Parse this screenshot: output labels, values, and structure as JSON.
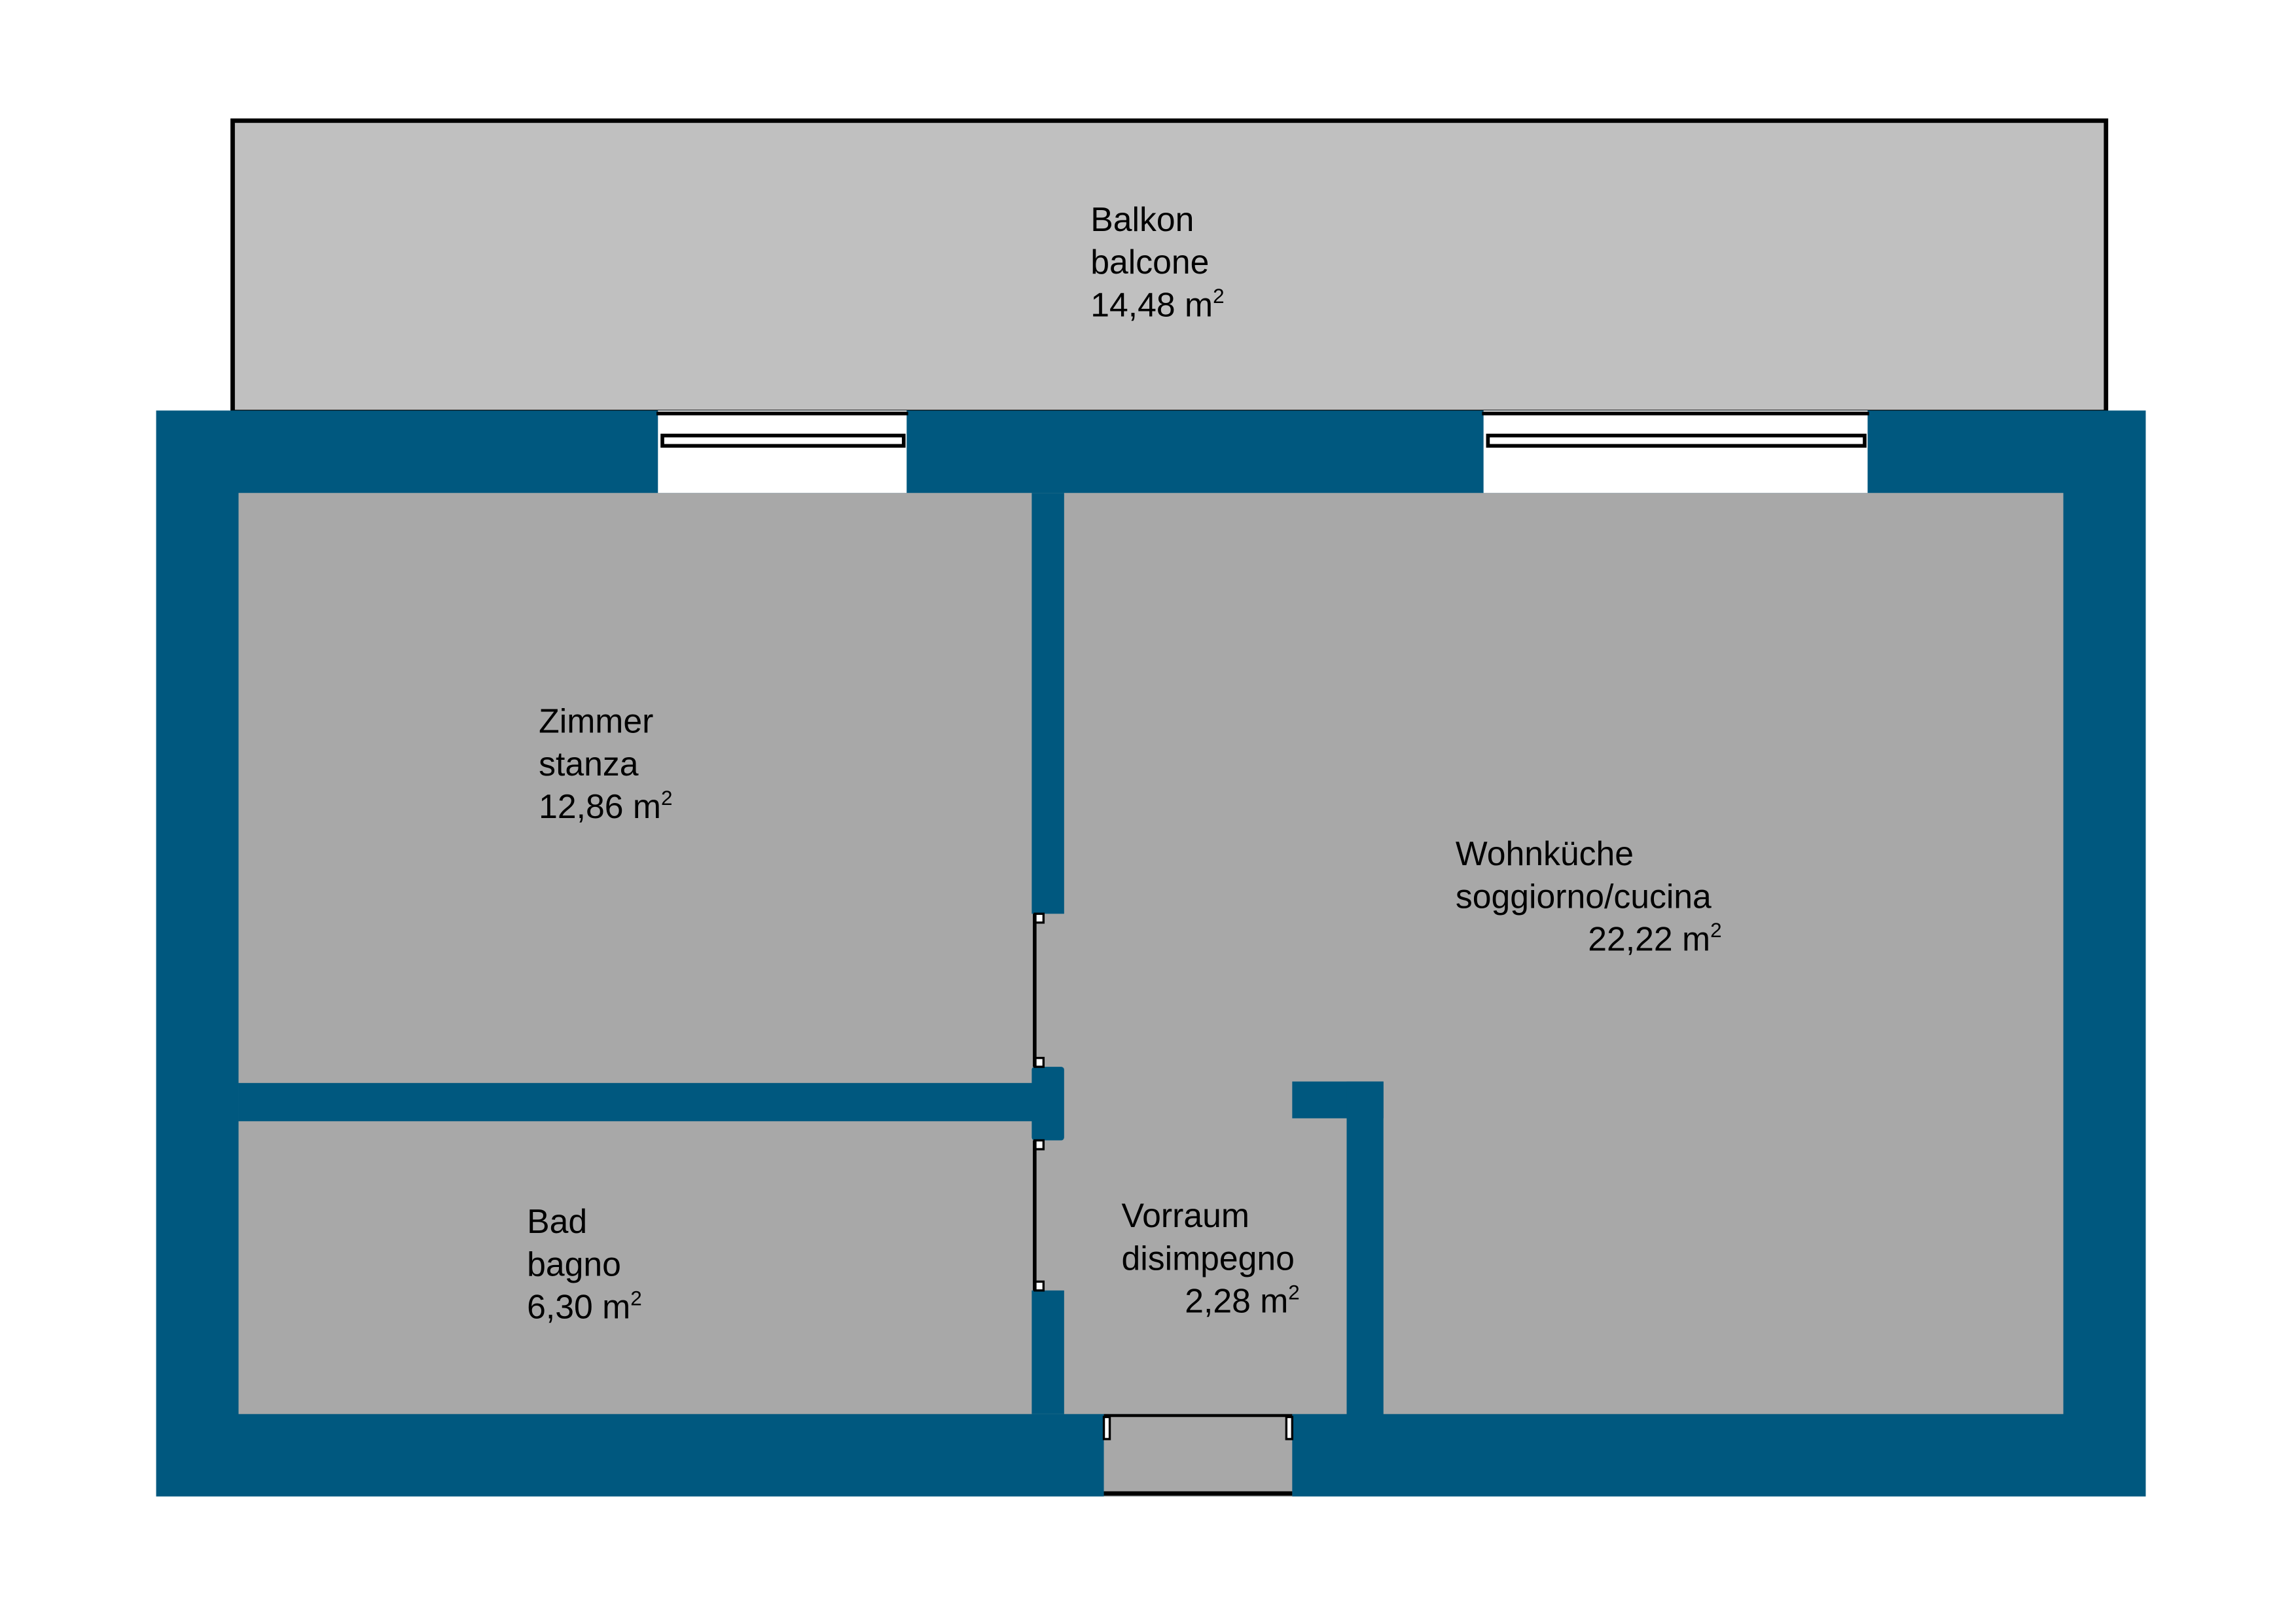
{
  "colors": {
    "wall": "#00587f",
    "room": "#a8a8a8",
    "balcony": "#c0c0c0",
    "window": "#ffffff",
    "outline": "#000000"
  },
  "unit_superscript": "2",
  "rooms": [
    {
      "id": "balkon",
      "name_de": "Balkon",
      "name_it": "balcone",
      "area": "14,48 m"
    },
    {
      "id": "zimmer",
      "name_de": "Zimmer",
      "name_it": "stanza",
      "area": "12,86 m"
    },
    {
      "id": "wohnkueche",
      "name_de": "Wohnküche",
      "name_it": "soggiorno/cucina",
      "area": "22,22 m"
    },
    {
      "id": "bad",
      "name_de": "Bad",
      "name_it": "bagno",
      "area": "6,30 m"
    },
    {
      "id": "vorraum",
      "name_de": "Vorraum",
      "name_it": "disimpegno",
      "area": "2,28 m"
    }
  ]
}
